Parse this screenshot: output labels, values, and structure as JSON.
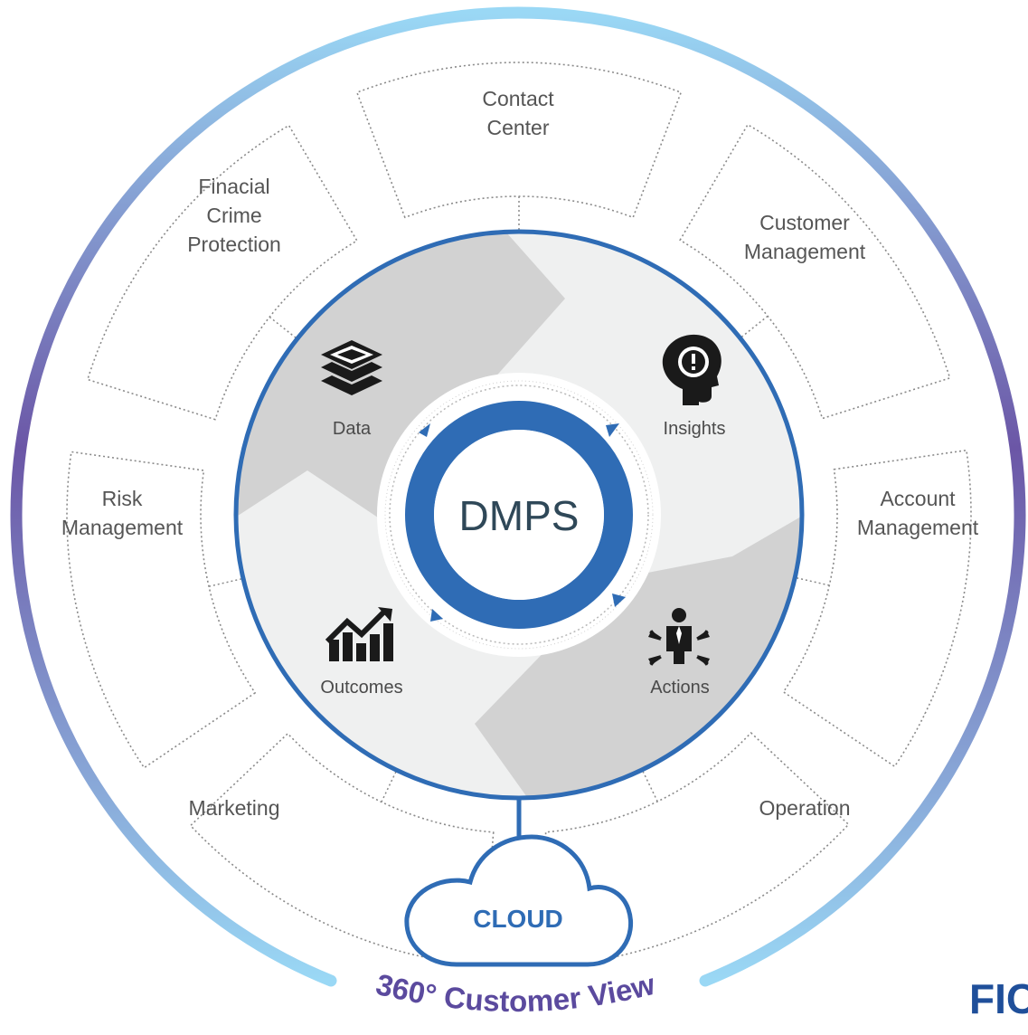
{
  "center": {
    "label": "DMPS"
  },
  "cloud": {
    "label": "CLOUD"
  },
  "view_label": "360° Customer View",
  "logo": "FIC",
  "segments": [
    {
      "id": "contact-center",
      "lines": [
        "Contact",
        "Center"
      ]
    },
    {
      "id": "customer-management",
      "lines": [
        "Customer",
        "Management"
      ]
    },
    {
      "id": "account-management",
      "lines": [
        "Account",
        "Management"
      ]
    },
    {
      "id": "operation",
      "lines": [
        "Operation"
      ]
    },
    {
      "id": "marketing",
      "lines": [
        "Marketing"
      ]
    },
    {
      "id": "risk-management",
      "lines": [
        "Risk",
        "Management"
      ]
    },
    {
      "id": "financial-crime-protection",
      "lines": [
        "Finacial",
        "Crime",
        "Protection"
      ]
    }
  ],
  "stages": [
    {
      "id": "data",
      "label": "Data",
      "icon": "layers-icon"
    },
    {
      "id": "insights",
      "label": "Insights",
      "icon": "head-exclamation-icon"
    },
    {
      "id": "outcomes",
      "label": "Outcomes",
      "icon": "growth-chart-icon"
    },
    {
      "id": "actions",
      "label": "Actions",
      "icon": "person-arrows-icon"
    }
  ],
  "colors": {
    "ring_blue": "#2f6cb5",
    "outer_arc_light": "#9ad8f5",
    "outer_arc_purple": "#6b56a6",
    "quadrant_dark": "#d2d2d2",
    "quadrant_light": "#eff0f0",
    "segment_border": "#8a8a8a",
    "label_gray": "#555555"
  }
}
